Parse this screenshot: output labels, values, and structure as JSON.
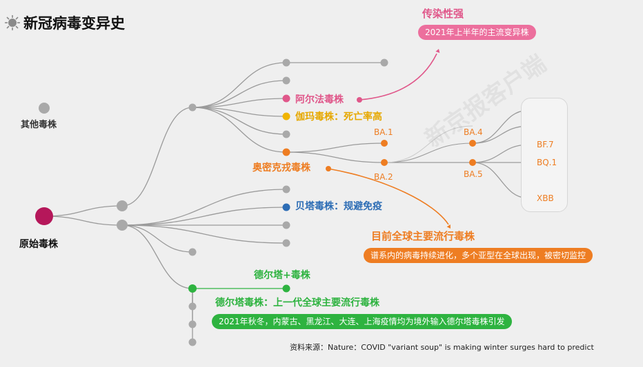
{
  "title": "新冠病毒变异史",
  "source_note": "资料来源：Nature：COVID \"variant soup\" is making winter surges hard to predict",
  "watermark": "新京报客户端",
  "nodes": {
    "root": "原始毒株",
    "other": "其他毒株",
    "alpha": "阿尔法毒株",
    "gamma": "伽玛毒株：死亡率高",
    "omicron": "奥密克戎毒株",
    "beta": "贝塔毒株：规避免疫",
    "delta_plus": "德尔塔+毒株",
    "delta": "德尔塔毒株：上一代全球主要流行毒株"
  },
  "subvariants": {
    "ba1": "BA.1",
    "ba2": "BA.2",
    "ba4": "BA.4",
    "ba5": "BA.5",
    "bf7": "BF.7",
    "bq1": "BQ.1",
    "xbb": "XBB"
  },
  "callouts": {
    "alpha_title": "传染性强",
    "alpha_note": "2021年上半年的主流变异株",
    "omicron_title": "目前全球主要流行毒株",
    "omicron_note": "谱系内的病毒持续进化，多个亚型在全球出现，被密切监控",
    "delta_note": "2021年秋冬，内蒙古、黑龙江、大连、上海疫情均为境外输入德尔塔毒株引发"
  },
  "colors": {
    "root": "#b5175a",
    "grey": "#a9a9a9",
    "alpha": "#e0578a",
    "alpha_pill": "#ec6f9d",
    "gamma": "#f0b400",
    "omicron": "#ee7d22",
    "beta": "#2d6db5",
    "delta": "#2eb340",
    "line": "#9a9a9a"
  }
}
